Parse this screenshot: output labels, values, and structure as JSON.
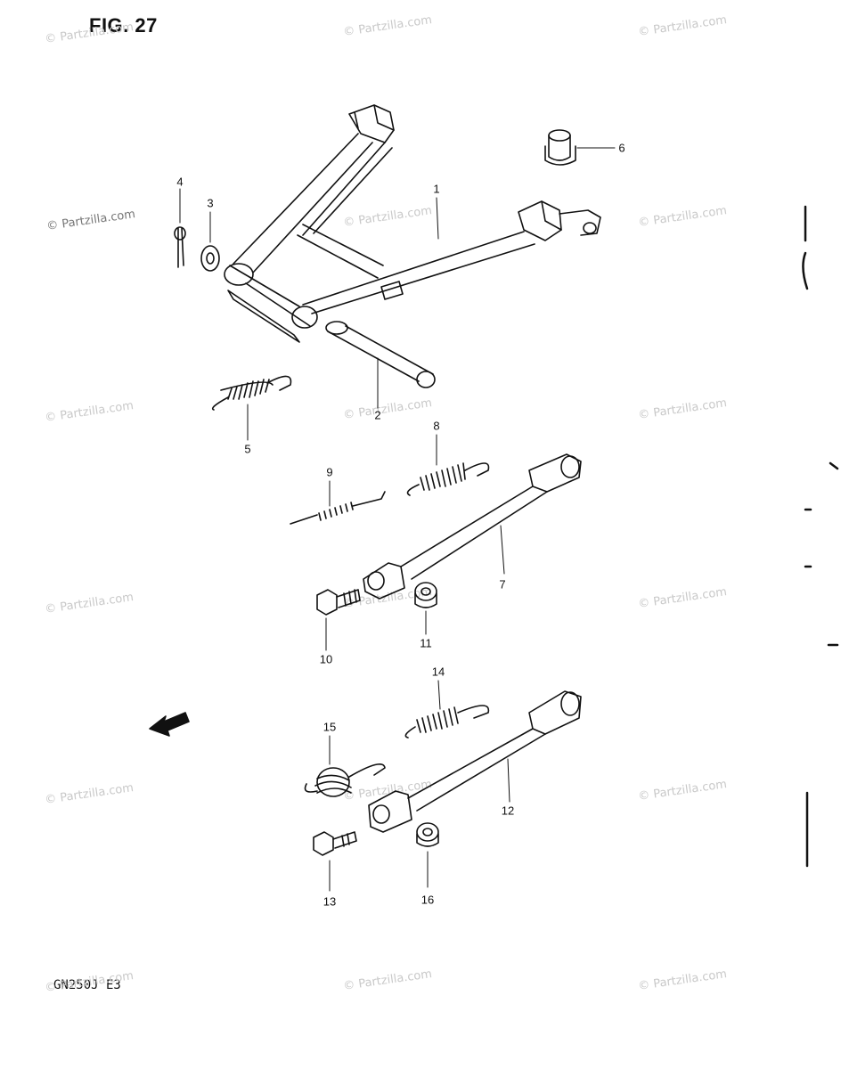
{
  "figure": {
    "title": "FIG. 27",
    "model_code": "GN250J  E3"
  },
  "watermark": {
    "text": "© Partzilla.com",
    "color": "#c9c9c9"
  },
  "callouts": [
    {
      "id": "1",
      "label": "1"
    },
    {
      "id": "2",
      "label": "2"
    },
    {
      "id": "3",
      "label": "3"
    },
    {
      "id": "4",
      "label": "4"
    },
    {
      "id": "5",
      "label": "5"
    },
    {
      "id": "6",
      "label": "6"
    },
    {
      "id": "7",
      "label": "7"
    },
    {
      "id": "8",
      "label": "8"
    },
    {
      "id": "9",
      "label": "9"
    },
    {
      "id": "10",
      "label": "10"
    },
    {
      "id": "11",
      "label": "11"
    },
    {
      "id": "12",
      "label": "12"
    },
    {
      "id": "13",
      "label": "13"
    },
    {
      "id": "14",
      "label": "14"
    },
    {
      "id": "15",
      "label": "15"
    },
    {
      "id": "16",
      "label": "16"
    }
  ],
  "direction_marker": {
    "icon": "fwd-arrow-icon"
  }
}
